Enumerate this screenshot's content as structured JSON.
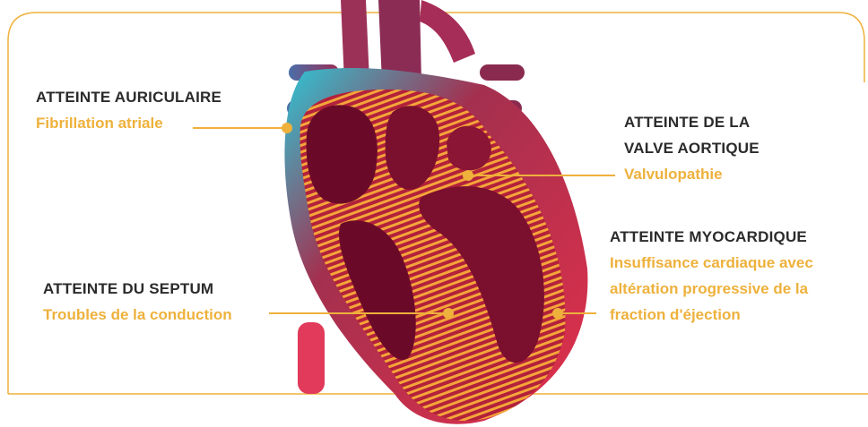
{
  "colors": {
    "accent": "#eeb13c",
    "heading": "#2b2b2b",
    "heart_red": "#c01e3d",
    "heart_dark": "#6b0a28",
    "heart_blue": "#2ec6d6",
    "stripe": "#f4a53a"
  },
  "labels": {
    "auriculaire": {
      "title": "ATTEINTE AURICULAIRE",
      "condition": "Fibrillation atriale"
    },
    "aortique": {
      "title_line1": "ATTEINTE DE LA",
      "title_line2": "VALVE AORTIQUE",
      "condition": "Valvulopathie"
    },
    "myocardique": {
      "title": "ATTEINTE MYOCARDIQUE",
      "condition_line1": "Insuffisance cardiaque avec",
      "condition_line2": "altération progressive de la",
      "condition_line3": "fraction d'éjection"
    },
    "septum": {
      "title": "ATTEINTE DU SEPTUM",
      "condition": "Troubles de la conduction"
    }
  }
}
